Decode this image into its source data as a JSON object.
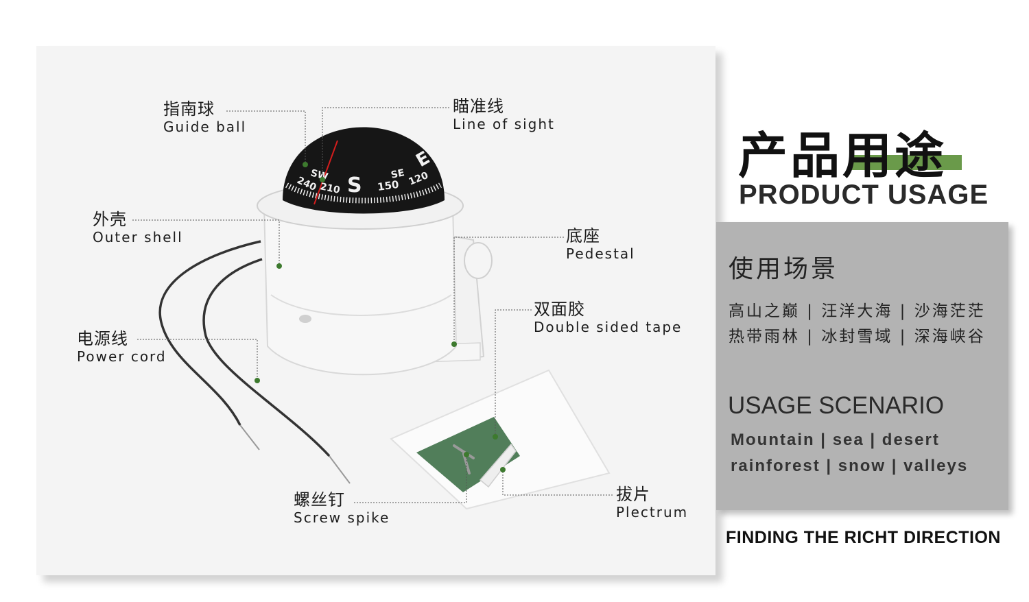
{
  "callouts": {
    "guide_ball": {
      "cn": "指南球",
      "en": "Guide ball"
    },
    "line_of_sight": {
      "cn": "瞄准线",
      "en": "Line of sight"
    },
    "outer_shell": {
      "cn": "外壳",
      "en": "Outer shell"
    },
    "pedestal": {
      "cn": "底座",
      "en": "Pedestal"
    },
    "double_tape": {
      "cn": "双面胶",
      "en": "Double sided tape"
    },
    "power_cord": {
      "cn": "电源线",
      "en": "Power cord"
    },
    "screw_spike": {
      "cn": "螺丝钉",
      "en": "Screw spike"
    },
    "plectrum": {
      "cn": "拔片",
      "en": "Plectrum"
    }
  },
  "compass_dial": {
    "markings": [
      "240",
      "SW",
      "210",
      "S",
      "150",
      "SE",
      "120",
      "E"
    ]
  },
  "header": {
    "title_cn": "产品用途",
    "title_en": "PRODUCT USAGE"
  },
  "usage_box": {
    "heading_cn": "使用场景",
    "line1_cn": "高山之巅 | 汪洋大海 | 沙海茫茫",
    "line2_cn": "热带雨林 | 冰封雪域 | 深海峡谷",
    "heading_en": "USAGE SCENARIO",
    "line1_en": "Mountain | sea | desert",
    "line2_en": "rainforest | snow | valleys"
  },
  "tagline": "FINDING THE RICHT DIRECTION",
  "colors": {
    "accent_green": "#6a9a4a",
    "dot_green": "#3d7a2e",
    "panel_gray": "#b3b3b3"
  }
}
